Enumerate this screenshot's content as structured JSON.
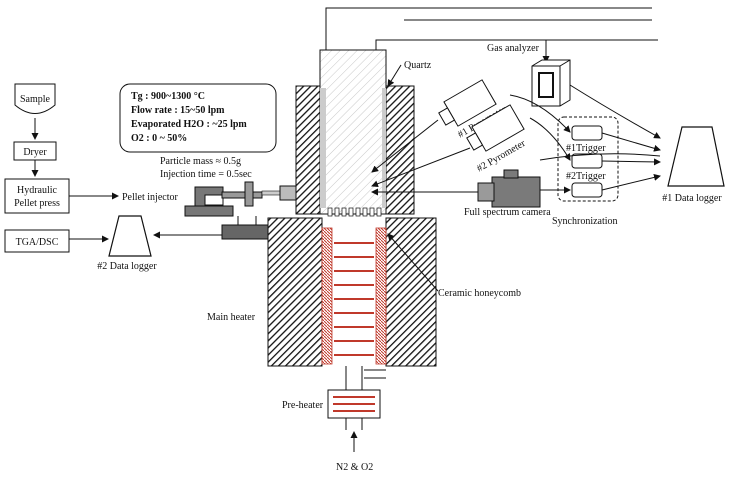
{
  "labels": {
    "sample": "Sample",
    "dryer": "Dryer",
    "hydraulic_line1": "Hydraulic",
    "hydraulic_line2": "Pellet press",
    "tga": "TGA/DSC",
    "data_logger_2": "#2 Data logger",
    "pellet_injector": "Pellet injector",
    "quartz": "Quartz",
    "gas_analyzer": "Gas analyzer",
    "pyrometer_1": "#1 Pyrometer",
    "pyrometer_2": "#2 Pyrometer",
    "trigger_1": "#1Trigger",
    "trigger_2": "#2Trigger",
    "full_spectrum_camera": "Full spectrum camera",
    "synchronization": "Synchronization",
    "data_logger_1": "#1 Data logger",
    "ceramic_honeycomb": "Ceramic honeycomb",
    "main_heater": "Main heater",
    "pre_heater": "Pre-heater",
    "n2_o2": "N2 & O2"
  },
  "conditions": {
    "tg": "Tg : 900~1300 °C",
    "flow_rate": "Flow rate : 15~50 lpm",
    "evaporated_h2o": "Evaporated H2O : ~25 lpm",
    "o2": "O2 : 0 ~ 50%"
  },
  "particle": {
    "mass": "Particle mass ≈ 0.5g",
    "injection_time": "Injection time  = 0.5sec"
  },
  "colors": {
    "line": "#111111",
    "heater_red": "#c0392b",
    "box_dark": "#555555",
    "camera_gray": "#7a7a7a"
  }
}
